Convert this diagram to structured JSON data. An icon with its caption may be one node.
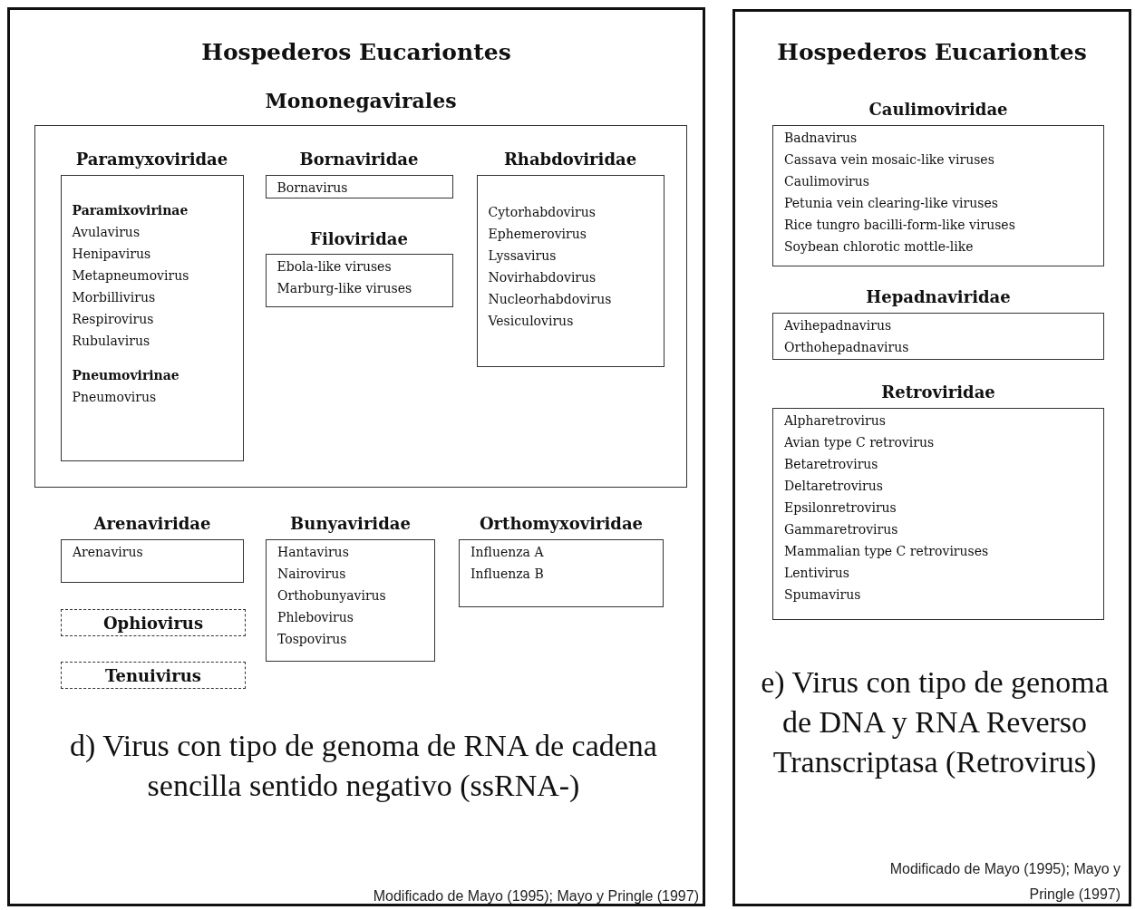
{
  "diagram": {
    "nodes": [
      {
        "text": [
          "Hospederos Eucariontes",
          "d) Virus con tipo de genoma de RNA de cadena sencilla sentido negativo (ssRNA-)",
          "Modificado de Mayo (1995); Mayo y Pringle (1997)"
        ]
      },
      {
        "text": [
          "Mononegavirales"
        ],
        "in": 0
      },
      {
        "text": [
          "Paramyxoviridae",
          "Paramixovirinae",
          "Avulavirus",
          "Henipavirus",
          "Metapneumovirus",
          "Morbillivirus",
          "Respirovirus",
          "Rubulavirus",
          "Pneumovirinae",
          "Pneumovirus"
        ],
        "in": 1
      },
      {
        "text": [
          "Bornaviridae",
          "Bornavirus"
        ],
        "in": 1
      },
      {
        "text": [
          "Filoviridae",
          "Ebola-like viruses",
          "Marburg-like viruses"
        ],
        "in": 1
      },
      {
        "text": [
          "Rhabdoviridae",
          "Cytorhabdovirus",
          "Ephemerovirus",
          "Lyssavirus",
          "Novirhabdovirus",
          "Nucleorhabdovirus",
          "Vesiculovirus"
        ],
        "in": 1
      },
      {
        "text": [
          "Arenaviridae",
          "Arenavirus"
        ],
        "in": 0
      },
      {
        "text": [
          "Bunyaviridae",
          "Hantavirus",
          "Nairovirus",
          "Orthobunyavirus",
          "Phlebovirus",
          "Tospovirus"
        ],
        "in": 0
      },
      {
        "text": [
          "Orthomyxoviridae",
          "Influenza A",
          "Influenza B"
        ],
        "in": 0
      },
      {
        "text": [
          "Ophiovirus"
        ],
        "in": 0
      },
      {
        "text": [
          "Tenuivirus"
        ],
        "in": 0
      },
      {
        "text": [
          "Hospederos Eucariontes",
          "e) Virus con tipo de genoma de DNA y RNA Reverso Transcriptasa (Retrovirus)",
          "Modificado de Mayo (1995); Mayo y Pringle (1997)"
        ]
      },
      {
        "text": [
          "Caulimoviridae",
          "Badnavirus",
          "Cassava vein mosaic-like viruses",
          "Caulimovirus",
          "Petunia vein clearing-like viruses",
          "Rice tungro bacilli-form-like viruses",
          "Soybean chlorotic mottle-like"
        ],
        "in": 11
      },
      {
        "text": [
          "Hepadnaviridae",
          "Avihepadnavirus",
          "Orthohepadnavirus"
        ],
        "in": 11
      },
      {
        "text": [
          "Retroviridae",
          "Alpharetrovirus",
          "Avian type C retrovirus",
          "Betaretrovirus",
          "Deltaretrovirus",
          "Epsilonretrovirus",
          "Gammaretrovirus",
          "Mammalian type C retroviruses",
          "Lentivirus",
          "Spumavirus"
        ],
        "in": 11
      }
    ]
  }
}
